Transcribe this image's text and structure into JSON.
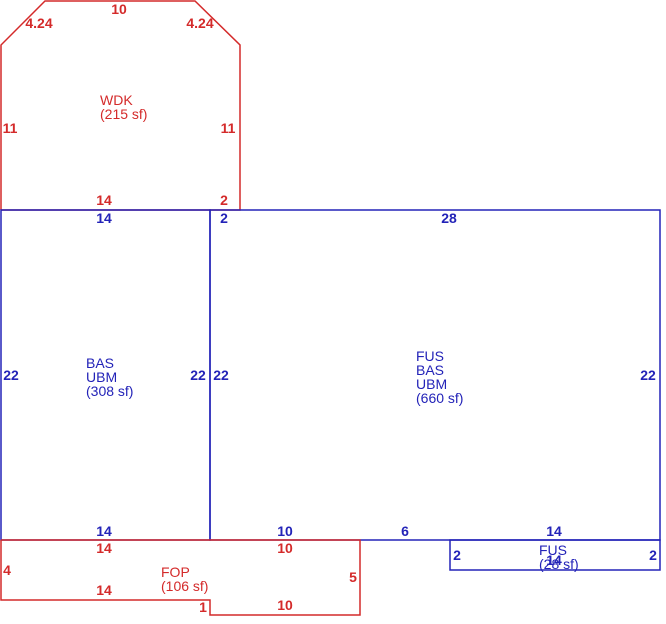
{
  "colors": {
    "red": "#d42a2a",
    "blue": "#2323b8"
  },
  "areas": {
    "wdk": {
      "code": "WDK",
      "size": "(215 sf)"
    },
    "bas_left": {
      "line1": "BAS",
      "line2": "UBM",
      "size": "(308 sf)"
    },
    "fus_main": {
      "line1": "FUS",
      "line2": "BAS",
      "line3": "UBM",
      "size": "(660 sf)"
    },
    "fus_small": {
      "code": "FUS",
      "size": "(28 sf)"
    },
    "fop": {
      "code": "FOP",
      "size": "(106 sf)"
    }
  },
  "dims": {
    "wdk_top": "10",
    "wdk_diag_left": "4.24",
    "wdk_diag_right": "4.24",
    "wdk_left": "11",
    "wdk_right": "11",
    "wdk_bottom": "14",
    "wdk_bottom_right": "2",
    "bas_top": "14",
    "bas_left": "22",
    "bas_right": "22",
    "bas_bottom": "14",
    "fus_top_left": "2",
    "fus_top": "28",
    "fus_left": "22",
    "fus_right": "22",
    "fus_bottom_a": "10",
    "fus_bottom_b": "6",
    "fus_bottom_c": "14",
    "fus_small_left": "2",
    "fus_small_right": "2",
    "fus_small_bottom": "14",
    "fop_top_left": "14",
    "fop_top_right": "10",
    "fop_left": "4",
    "fop_right": "5",
    "fop_bottom_left": "14",
    "fop_step": "1",
    "fop_bottom_right": "10"
  }
}
